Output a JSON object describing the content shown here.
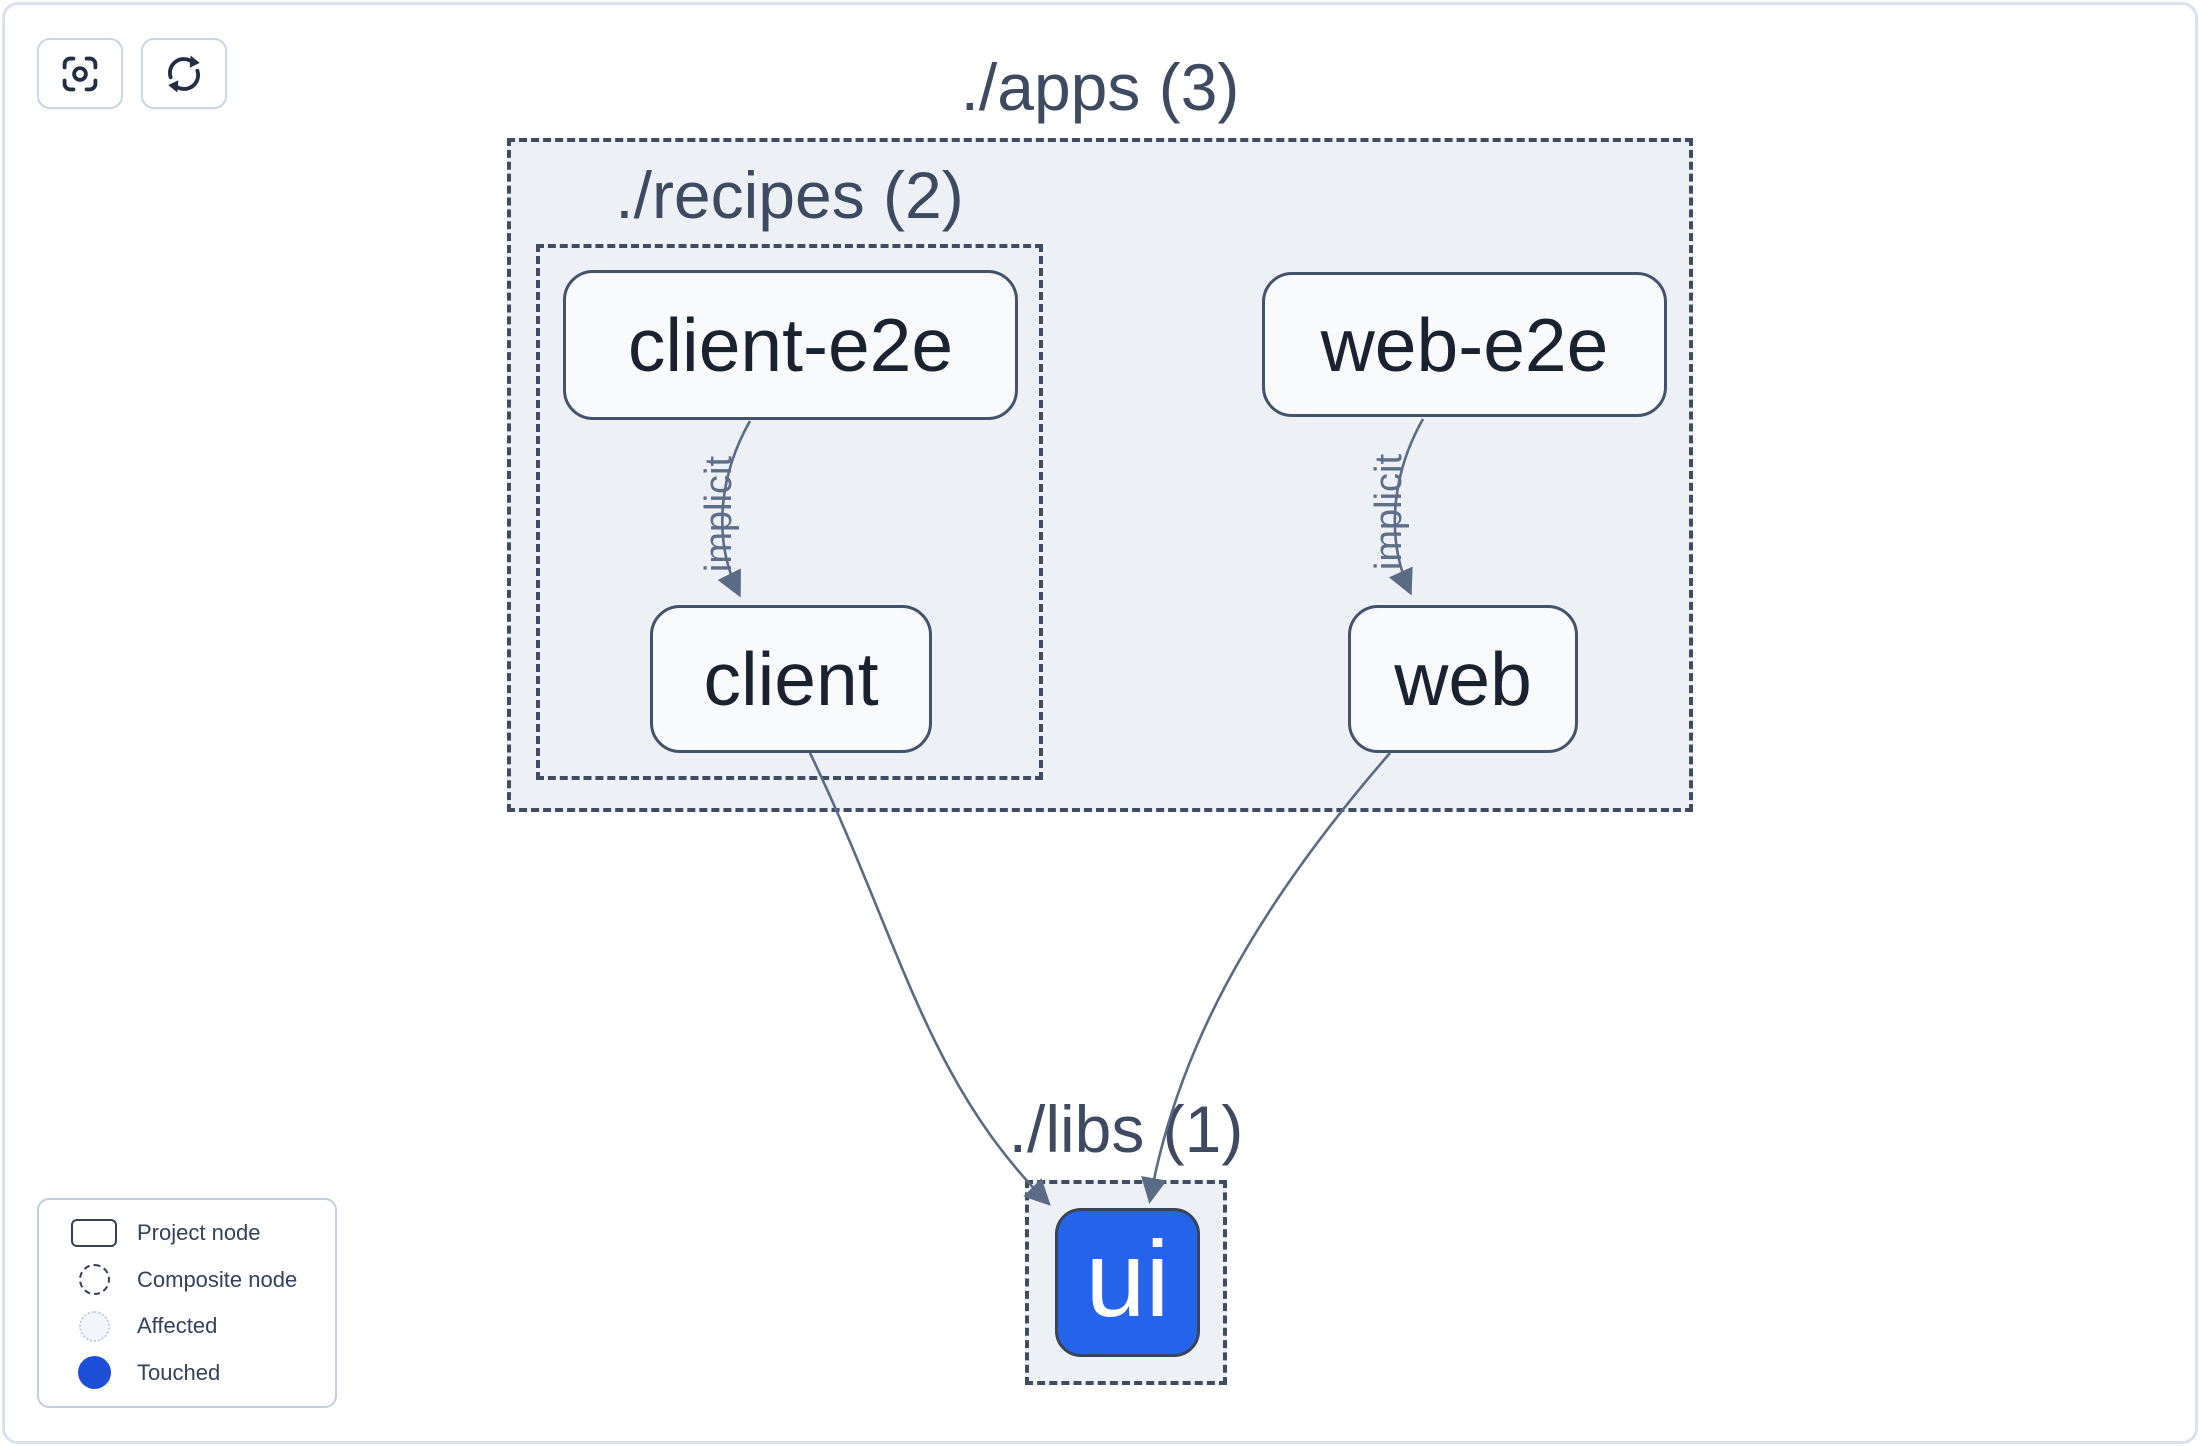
{
  "toolbar": {
    "buttons": [
      {
        "name": "focus",
        "icon": "viewfinder-icon"
      },
      {
        "name": "refresh",
        "icon": "refresh-icon"
      }
    ]
  },
  "graph": {
    "groups": {
      "apps": {
        "label": "./apps (3)"
      },
      "recipes": {
        "label": "./recipes (2)"
      },
      "libs": {
        "label": "./libs (1)"
      }
    },
    "nodes": {
      "client_e2e": {
        "label": "client-e2e",
        "group": "recipes",
        "state": "default"
      },
      "client": {
        "label": "client",
        "group": "recipes",
        "state": "default"
      },
      "web_e2e": {
        "label": "web-e2e",
        "group": "apps",
        "state": "default"
      },
      "web": {
        "label": "web",
        "group": "apps",
        "state": "default"
      },
      "ui": {
        "label": "ui",
        "group": "libs",
        "state": "touched"
      }
    },
    "edges": [
      {
        "from": "client-e2e",
        "to": "client",
        "label": "implicit"
      },
      {
        "from": "web-e2e",
        "to": "web",
        "label": "implicit"
      },
      {
        "from": "client",
        "to": "ui",
        "label": ""
      },
      {
        "from": "web",
        "to": "ui",
        "label": ""
      }
    ]
  },
  "legend": {
    "items": [
      {
        "label": "Project node",
        "swatch": "project-node"
      },
      {
        "label": "Composite node",
        "swatch": "composite-node"
      },
      {
        "label": "Affected",
        "swatch": "affected"
      },
      {
        "label": "Touched",
        "swatch": "touched"
      }
    ]
  },
  "colors": {
    "touched_node_fill": "#2563eb",
    "legend_touched_dot": "#1d4ed8",
    "group_fill": "#edf1f6",
    "group_border": "#3f4c61",
    "node_border": "#44536b",
    "node_fill": "#f9fafc",
    "edge_stroke": "#5b6a85",
    "label_text": "#3d4a5f",
    "node_text": "#1a2230"
  }
}
